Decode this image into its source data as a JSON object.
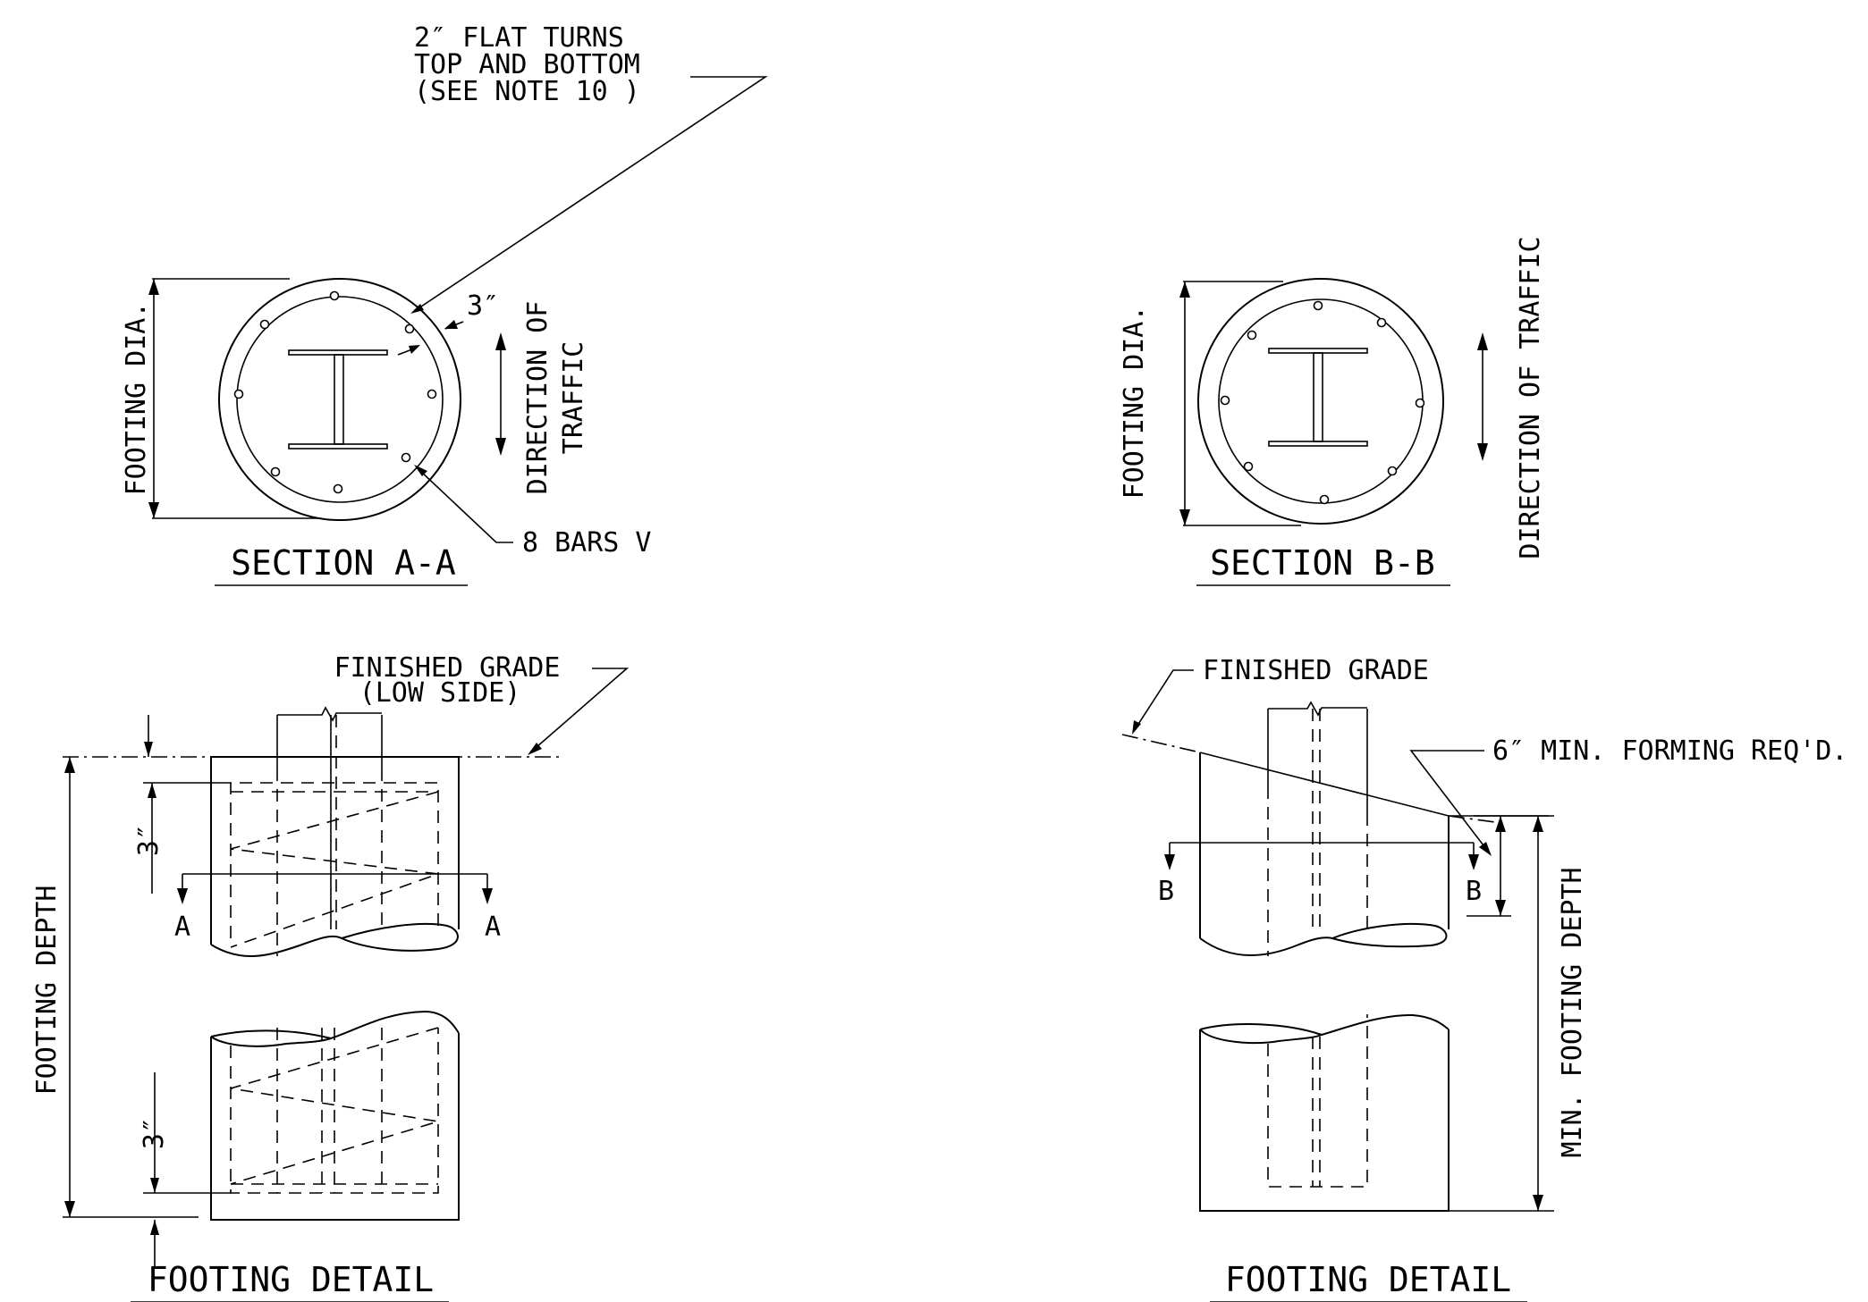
{
  "section_a": {
    "title": "SECTION A-A",
    "footing_dia": "FOOTING DIA.",
    "cover": "3″",
    "traffic_line1": "DIRECTION OF",
    "traffic_line2": "TRAFFIC",
    "bars": "8 BARS V",
    "note_line1": "2″ FLAT TURNS",
    "note_line2": "TOP AND BOTTOM",
    "note_line3": "(SEE NOTE 10 )"
  },
  "section_b": {
    "title": "SECTION B-B",
    "footing_dia": "FOOTING DIA.",
    "traffic": "DIRECTION OF TRAFFIC"
  },
  "detail_a": {
    "title": "FOOTING DETAIL",
    "grade_line1": "FINISHED GRADE",
    "grade_line2": "(LOW SIDE)",
    "cover_top": "3″",
    "cover_bottom": "3″",
    "cut_left": "A",
    "cut_right": "A",
    "depth": "FOOTING DEPTH"
  },
  "detail_b": {
    "title": "FOOTING DETAIL",
    "grade": "FINISHED GRADE",
    "forming": "6″ MIN. FORMING REQ'D.",
    "cut_left": "B",
    "cut_right": "B",
    "depth": "MIN. FOOTING DEPTH"
  }
}
